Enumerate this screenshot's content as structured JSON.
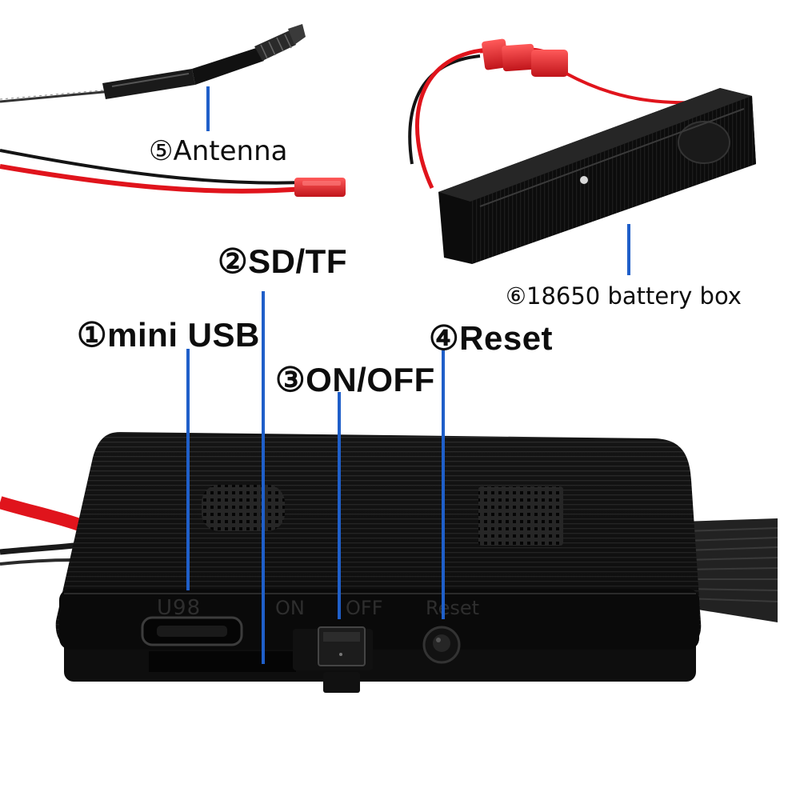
{
  "labels": {
    "antenna": "⑤Antenna",
    "sd_tf": "②SD/TF",
    "battery_box": "⑥18650 battery box",
    "mini_usb": "①mini USB",
    "reset": "④Reset",
    "on_off": "③ON/OFF"
  },
  "device_print": {
    "model": "U98",
    "on": "ON",
    "off": "OFF",
    "reset": "Reset"
  },
  "colors": {
    "leader_line": "#1f5fc9",
    "wire_red": "#e0141c",
    "connector_red": "#e8282e",
    "device_body": "#151515"
  }
}
